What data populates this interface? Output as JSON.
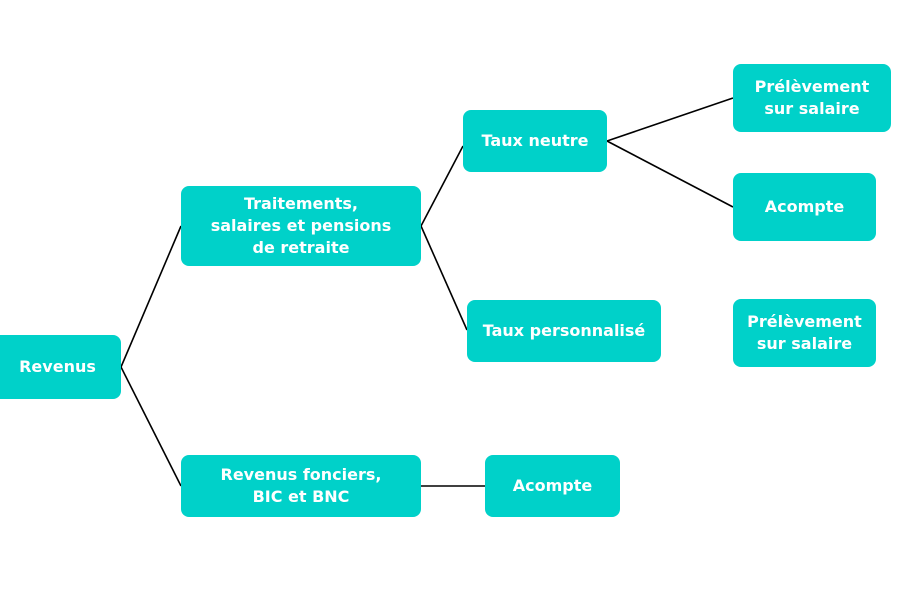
{
  "colors": {
    "node_fill": "#00D1C9",
    "node_text": "#FFFFFF",
    "connector": "#000000",
    "background": "#FFFFFF"
  },
  "nodes": {
    "revenus": "Revenus",
    "traitements": "Traitements,\nsalaires et pensions\nde retraite",
    "fonciers": "Revenus fonciers,\nBIC et BNC",
    "taux_neutre": "Taux neutre",
    "taux_personnalise": "Taux personnalisé",
    "acompte_foncier": "Acompte",
    "prelevement_neutre": "Prélèvement\nsur salaire",
    "acompte_neutre": "Acompte",
    "prelevement_personnalise": "Prélèvement\nsur salaire"
  }
}
